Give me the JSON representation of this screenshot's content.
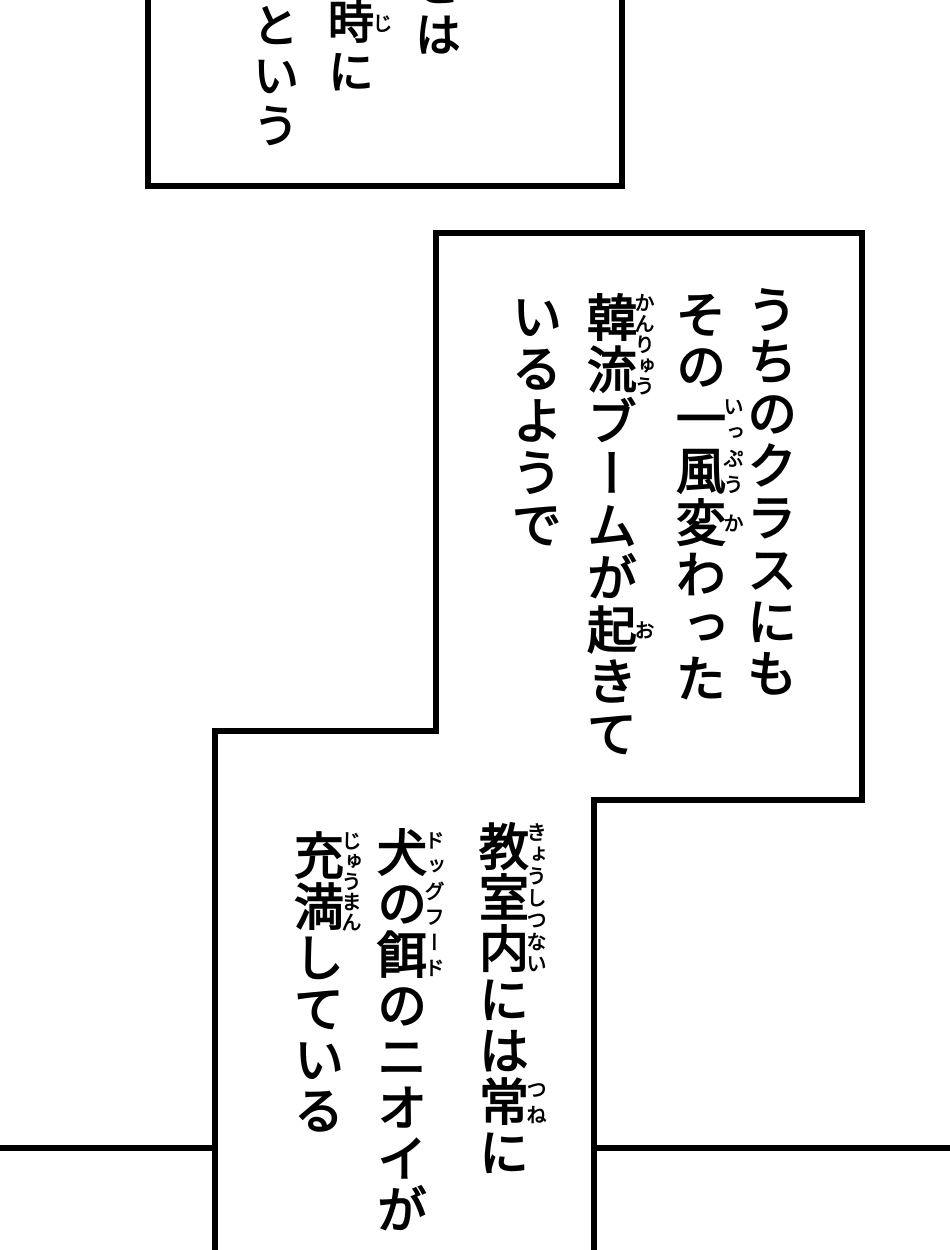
{
  "page": {
    "kind": "manga-page",
    "language": "ja",
    "colors": {
      "ink": "#000000",
      "paper": "#ffffff"
    }
  },
  "panels": {
    "top": {
      "text": "〜とは 時に という",
      "clipped": "top edge of panel and first character cut off by screen top",
      "columns": [
        {
          "segments": [
            {
              "base": "とは"
            }
          ]
        },
        {
          "segments": [
            {
              "base": "時",
              "ruby": "じ"
            },
            {
              "base": "に"
            }
          ]
        },
        {
          "segments": [
            {
              "base": "という"
            }
          ]
        }
      ]
    },
    "middle": {
      "text": "うちのクラスにも その一風変わった 韓流ブームが起きて いるようで",
      "columns": [
        {
          "segments": [
            {
              "base": "うちのクラスにも"
            }
          ]
        },
        {
          "segments": [
            {
              "base": "その"
            },
            {
              "base": "一風",
              "ruby": "いっぷう"
            },
            {
              "base": "変",
              "ruby": "か"
            },
            {
              "base": "わった"
            }
          ]
        },
        {
          "segments": [
            {
              "base": "韓流",
              "ruby": "かんりゅう"
            },
            {
              "base": "ブームが"
            },
            {
              "base": "起",
              "ruby": "お"
            },
            {
              "base": "きて"
            }
          ]
        },
        {
          "segments": [
            {
              "base": "いるようで"
            }
          ]
        }
      ]
    },
    "bottom": {
      "text": "教室内には常に 犬の餌のニオイが 充満している",
      "clipped": "bottom of panel cut off by screen bottom",
      "columns": [
        {
          "segments": [
            {
              "base": "教室内",
              "ruby": "きょうしつない"
            },
            {
              "base": "には"
            },
            {
              "base": "常",
              "ruby": "つね"
            },
            {
              "base": "に"
            }
          ]
        },
        {
          "segments": [
            {
              "base": "犬の餌",
              "ruby": "ドッグフード"
            },
            {
              "base": "のニオイが"
            }
          ]
        },
        {
          "segments": [
            {
              "base": "充満",
              "ruby": "じゅうまん"
            },
            {
              "base": "している"
            }
          ]
        }
      ]
    }
  }
}
